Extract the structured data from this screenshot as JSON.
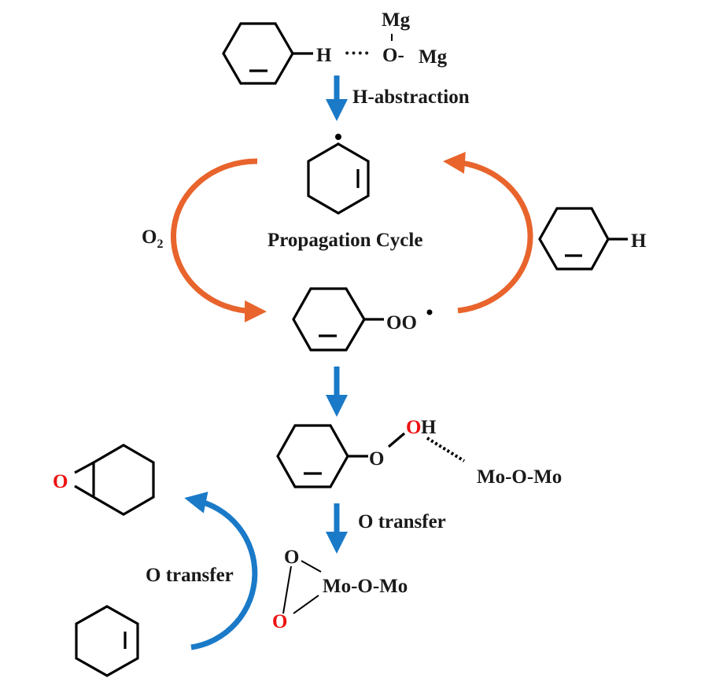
{
  "colors": {
    "blue_arrow": "#1a7ac8",
    "orange_arrow": "#e8642c",
    "highlight_oxygen": "#ee1111",
    "bond": "#000000"
  },
  "step1": {
    "hydrogen": "H",
    "dots": "····",
    "oxygen": "O-",
    "mg_top": "Mg",
    "mg_right": "Mg",
    "arrow_label": "H-abstraction"
  },
  "propagation": {
    "title": "Propagation Cycle",
    "o2_main": "O",
    "o2_sub": "2",
    "peroxy_label": "OO",
    "radical_dot": "•",
    "rh_hydrogen": "H"
  },
  "hydroperoxide": {
    "o1": "O",
    "oh_o": "O",
    "oh_h": "H",
    "catalyst": "Mo-O-Mo"
  },
  "transfer": {
    "down_label": "O transfer",
    "peroxo_o_top": "O",
    "peroxo_o_bottom": "O",
    "peroxo_catalyst": "Mo-O-Mo",
    "epox_label": "O transfer",
    "epoxide_o": "O"
  }
}
